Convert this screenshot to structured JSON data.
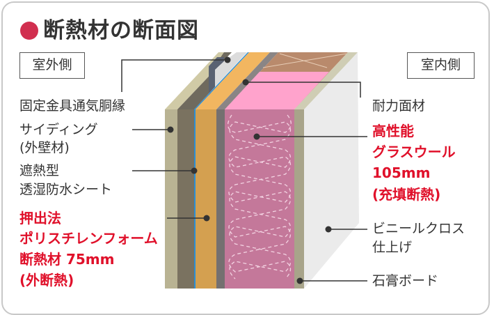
{
  "title": "断熱材の断面図",
  "outside_label": "室外側",
  "inside_label": "室内側",
  "labels_left": {
    "furring": "固定金具通気胴縁",
    "siding_1": "サイディング",
    "siding_2": "(外壁材)",
    "membrane_1": "遮熱型",
    "membrane_2": "透湿防水シート",
    "foam_1": "押出法",
    "foam_2": "ポリスチレンフォーム",
    "foam_3": "断熱材 75mm",
    "foam_4": "(外断熱)"
  },
  "labels_right": {
    "structural_panel": "耐力面材",
    "glasswool_1": "高性能",
    "glasswool_2": "グラスウール",
    "glasswool_3": "105mm",
    "glasswool_4": "(充填断熱)",
    "vinyl_1": "ビニールクロス",
    "vinyl_2": "仕上げ",
    "gypsum": "石膏ボード"
  },
  "colors": {
    "accent_red": "#e0102a",
    "title_dot": "#d12f4f",
    "siding": "#b9b393",
    "furring": "#7a7260",
    "membrane": "#2a8fd6",
    "foam": "#d4a050",
    "panel": "#747070",
    "glasswool": "#c4789a",
    "gypsum": "#a8a48a",
    "vinyl": "#ebebeb"
  }
}
